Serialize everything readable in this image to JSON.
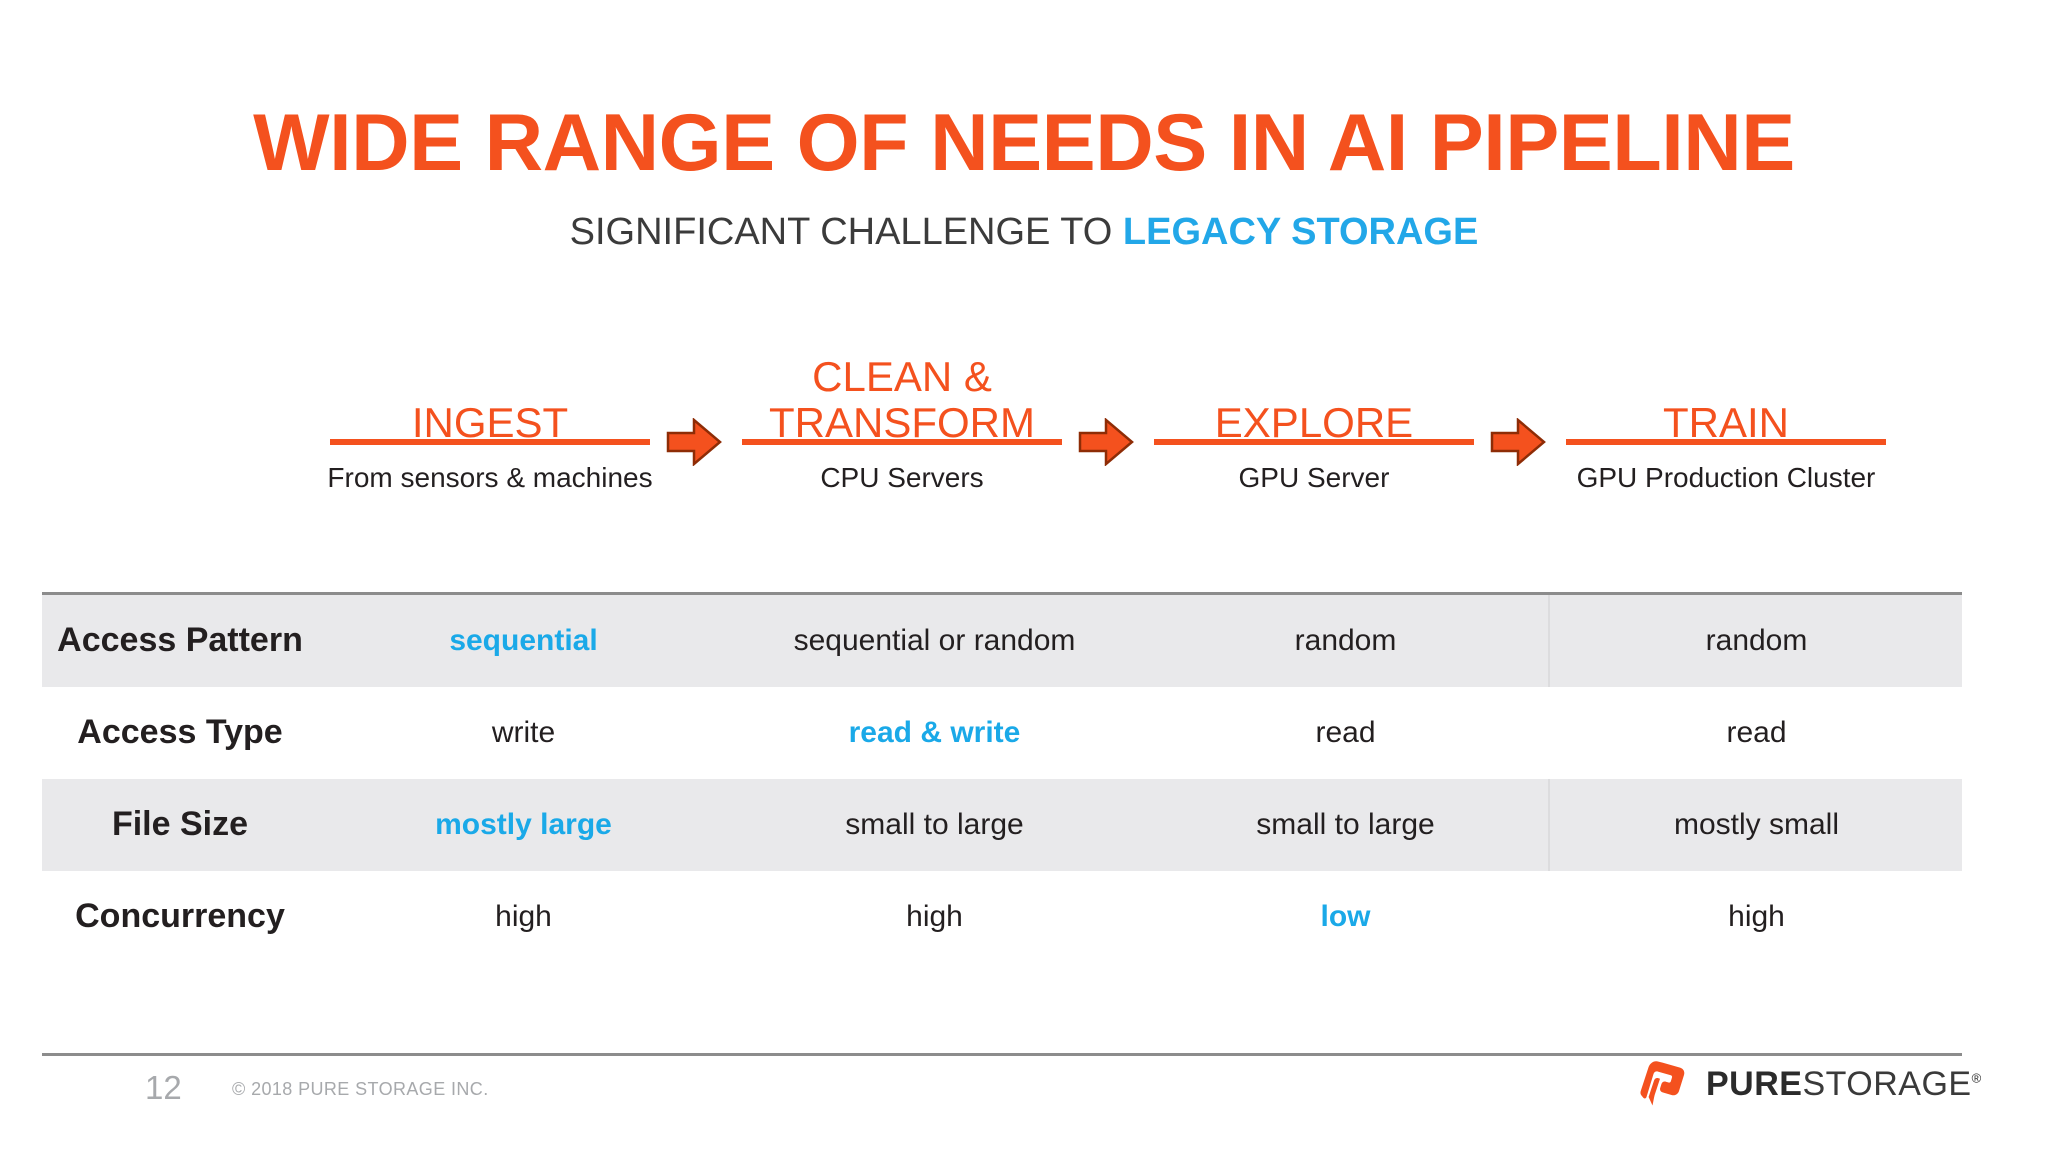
{
  "slide": {
    "title": "WIDE RANGE OF NEEDS IN AI PIPELINE",
    "subtitle_plain": "SIGNIFICANT CHALLENGE TO ",
    "subtitle_highlight": "LEGACY STORAGE"
  },
  "pipeline": {
    "arrow_icon": "right-arrow-icon",
    "stages": [
      {
        "name": "INGEST",
        "sub": "From sensors & machines"
      },
      {
        "name": "CLEAN & TRANSFORM",
        "sub": "CPU Servers"
      },
      {
        "name": "EXPLORE",
        "sub": "GPU Server"
      },
      {
        "name": "TRAIN",
        "sub": "GPU Production Cluster"
      }
    ]
  },
  "table": {
    "rows": [
      {
        "header": "Access Pattern",
        "cells": [
          {
            "text": "sequential",
            "highlight": true
          },
          {
            "text": "sequential or random",
            "highlight": false
          },
          {
            "text": "random",
            "highlight": false
          },
          {
            "text": "random",
            "highlight": false
          }
        ]
      },
      {
        "header": "Access Type",
        "cells": [
          {
            "text": "write",
            "highlight": false
          },
          {
            "text": "read & write",
            "highlight": true
          },
          {
            "text": "read",
            "highlight": false
          },
          {
            "text": "read",
            "highlight": false
          }
        ]
      },
      {
        "header": "File Size",
        "cells": [
          {
            "text": "mostly large",
            "highlight": true
          },
          {
            "text": "small to large",
            "highlight": false
          },
          {
            "text": "small to large",
            "highlight": false
          },
          {
            "text": "mostly small",
            "highlight": false
          }
        ]
      },
      {
        "header": "Concurrency",
        "cells": [
          {
            "text": "high",
            "highlight": false
          },
          {
            "text": "high",
            "highlight": false
          },
          {
            "text": "low",
            "highlight": true
          },
          {
            "text": "high",
            "highlight": false
          }
        ]
      }
    ]
  },
  "footer": {
    "page_number": "12",
    "copyright": "© 2018 PURE STORAGE INC.",
    "logo": {
      "mark_icon": "pure-storage-p-mark-icon",
      "word_bold": "PURE",
      "word_light": "STORAGE",
      "registered": "®"
    }
  },
  "colors": {
    "orange": "#f4511e",
    "cyan": "#1aa9e8",
    "text": "#231f20",
    "row_shade": "#e9e9eb",
    "rule": "#8c8c8c",
    "footer_gray": "#a7a9ac"
  }
}
